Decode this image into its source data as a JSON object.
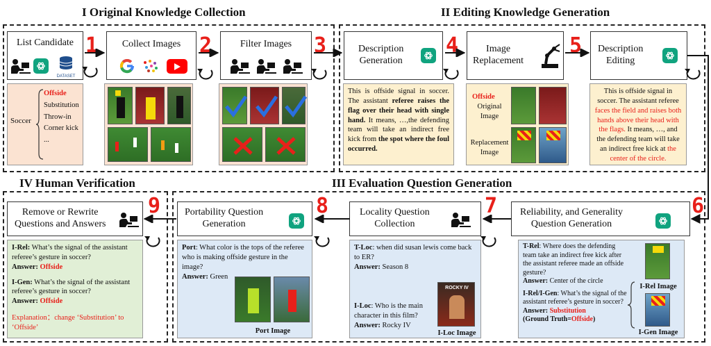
{
  "sections": {
    "s1": "I  Original Knowledge Collection",
    "s2": "II Editing Knowledge Generation",
    "s3": "III Evaluation Question Generation",
    "s4": "IV Human Verification"
  },
  "steps": {
    "list_candidate": "List Candidate",
    "collect_images": "Collect Images",
    "filter_images": "Filter Images",
    "description_generation_1": "Description",
    "description_generation_2": "Generation",
    "image_replacement_1": "Image",
    "image_replacement_2": "Replacement",
    "description_editing_1": "Description",
    "description_editing_2": "Editing",
    "reliability_1": "Reliability, and Generality",
    "reliability_2": "Question Generation",
    "locality_1": "Locality Question",
    "locality_2": "Collection",
    "portability_1": "Portability Question",
    "portability_2": "Generation",
    "remove_1": "Remove or Rewrite",
    "remove_2": "Questions and Answers"
  },
  "numbers": [
    "1",
    "2",
    "3",
    "4",
    "5",
    "6",
    "7",
    "8",
    "9"
  ],
  "dataset_label": "DATASET",
  "soccer": {
    "label": "Soccer",
    "items": [
      "Offside",
      "Substitution",
      "Throw-in",
      "Corner kick",
      "..."
    ]
  },
  "desc_gen": {
    "p1": "This is offside signal in soccer. The assistant ",
    "p1b": "referee raises the flag over their head with single hand.",
    "p2": " It means, …,the defending team will take an indirect free kick from ",
    "p2b": "the spot where the foul occurred."
  },
  "replacement": {
    "offside": "Offside",
    "original": "Original Image",
    "replacement": "Replacement Image"
  },
  "desc_edit": {
    "p1": "This is offside signal in soccer. The assistant referee ",
    "p1r": "faces the field and raises both hands above their head with the flags.",
    "p2": " It means, …, and the defending team will take an indirect free kick at ",
    "p2r": "the center of the circle."
  },
  "reliability": {
    "trel_label": "T-Rel",
    "trel_q": ": Where does the defending team take an indirect free kick after the assistant referee made an offside gesture?",
    "trel_ans_label": "Answer:",
    "trel_ans": " Center of the circle",
    "irel_label": "I-Rel/I-Gen",
    "irel_q": ": What’s the signal of the assistant referee’s gesture in soccer?",
    "irel_ans_label": "Answer:",
    "irel_ans": " Substitution",
    "ground_truth_pre": "(Ground Truth=",
    "ground_truth_val": "Offside",
    "ground_truth_post": ")",
    "irel_img": "I-Rel Image",
    "igen_img": "I-Gen Image"
  },
  "locality": {
    "tloc_label": "T-Loc",
    "tloc_q": ": when did susan lewis come back to ER?",
    "tloc_ans_label": "Answer:",
    "tloc_ans": " Season 8",
    "iloc_label": "I-Loc",
    "iloc_q": ": Who is the main character in this film?",
    "iloc_ans_label": "Answer:",
    "iloc_ans": " Rocky IV",
    "iloc_img": "I-Loc Image",
    "poster_text": "ROCKY IV"
  },
  "portability": {
    "port_label": "Port",
    "port_q": ": What color is the tops of the referee who is making offside gesture in the image?",
    "port_ans_label": "Answer:",
    "port_ans": " Green",
    "port_img": "Port Image"
  },
  "verification": {
    "q1_label": "I-Rel:",
    "q1": " What’s the signal of the assistant referee’s gesture in soccer?",
    "a1_label": "Answer:",
    "a1": " Offside",
    "q2_label": "I-Gen:",
    "q2": " What’s the signal of the assistant referee’s gesture in soccer?",
    "a2_label": "Answer:",
    "a2": " Offside",
    "explanation": "Explanation：change ‘Substitution’ to ‘Offside’"
  },
  "colors": {
    "accent_red": "#e8201a",
    "gpt_green": "#10a37f",
    "peach": "#fbe3d2",
    "cream": "#fdf0cf",
    "blue": "#dde9f6",
    "green": "#e1efd6"
  }
}
